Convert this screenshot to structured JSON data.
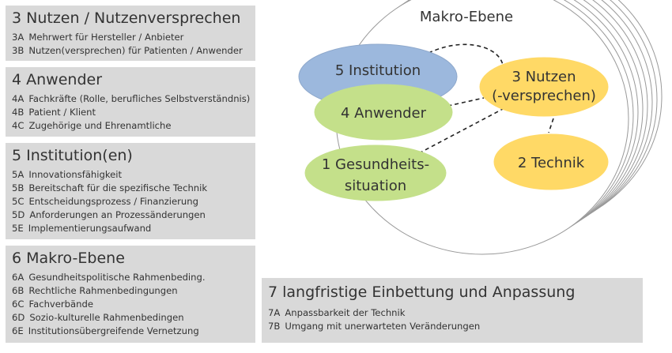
{
  "left_boxes": {
    "b3": {
      "title": "3 Nutzen / Nutzenversprechen",
      "items": [
        {
          "code": "3A",
          "text": "Mehrwert für Hersteller / Anbieter"
        },
        {
          "code": "3B",
          "text": "Nutzen(versprechen) für Patienten / Anwender"
        }
      ]
    },
    "b4": {
      "title": "4 Anwender",
      "items": [
        {
          "code": "4A",
          "text": "Fachkräfte (Rolle, berufliches Selbstverständnis)"
        },
        {
          "code": "4B",
          "text": "Patient / Klient"
        },
        {
          "code": "4C",
          "text": "Zugehörige und Ehrenamtliche"
        }
      ]
    },
    "b5": {
      "title": "5 Institution(en)",
      "items": [
        {
          "code": "5A",
          "text": "Innovationsfähigkeit"
        },
        {
          "code": "5B",
          "text": "Bereitschaft für die spezifische Technik"
        },
        {
          "code": "5C",
          "text": "Entscheidungsprozess / Finanzierung"
        },
        {
          "code": "5D",
          "text": "Anforderungen an Prozessänderungen"
        },
        {
          "code": "5E",
          "text": "Implementierungsaufwand"
        }
      ]
    },
    "b6": {
      "title": "6 Makro-Ebene",
      "items": [
        {
          "code": "6A",
          "text": "Gesundheitspolitische Rahmenbeding."
        },
        {
          "code": "6B",
          "text": "Rechtliche Rahmenbedingungen"
        },
        {
          "code": "6C",
          "text": "Fachverbände"
        },
        {
          "code": "6D",
          "text": "Sozio-kulturelle Rahmenbedingen"
        },
        {
          "code": "6E",
          "text": "Institutionsübergreifende Vernetzung"
        }
      ]
    }
  },
  "bottom_box": {
    "title": "7 langfristige Einbettung und Anpassung",
    "items": [
      {
        "code": "7A",
        "text": "Anpassbarkeit der Technik"
      },
      {
        "code": "7B",
        "text": "Umgang mit unerwarteten Veränderungen"
      }
    ]
  },
  "diagram": {
    "outer_label": "Makro-Ebene",
    "nodes": {
      "institution": {
        "label": "5 Institution",
        "color": "#9cb8dd"
      },
      "anwender": {
        "label": "4 Anwender",
        "color": "#c4e08a"
      },
      "nutzen_line1": "3 Nutzen",
      "nutzen_line2": "(-versprechen)",
      "nutzen_color": "#ffd966",
      "gesundheit_line1": "1 Gesundheits-",
      "gesundheit_line2": "situation",
      "gesundheit_color": "#c4e08a",
      "technik": {
        "label": "2 Technik",
        "color": "#ffd966"
      }
    },
    "outline_color": "#999999"
  }
}
